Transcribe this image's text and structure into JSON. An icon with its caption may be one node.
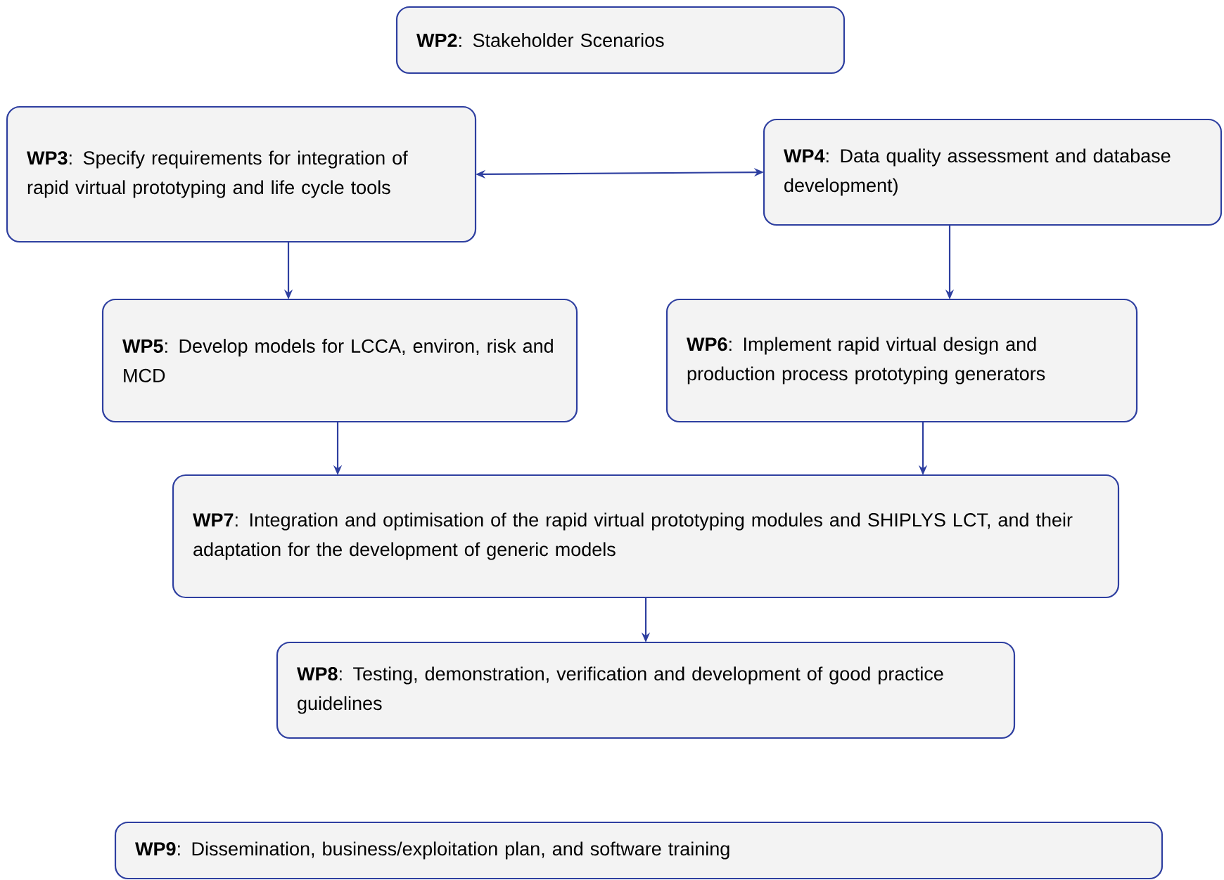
{
  "diagram": {
    "nodes": [
      {
        "text": [
          "**WP2**: Stakeholder Scenarios"
        ]
      },
      {
        "text": [
          "**WP3**: Specify requirements for integration of rapid virtual prototyping and life cycle tools"
        ]
      },
      {
        "text": [
          "**WP4**: Data quality assessment and database development)"
        ]
      },
      {
        "text": [
          "**WP5**: Develop models for LCCA, environ, risk and MCD"
        ]
      },
      {
        "text": [
          "**WP6**: Implement rapid virtual design and production process prototyping generators"
        ]
      },
      {
        "text": [
          "**WP7**: Integration and optimisation of the rapid virtual prototyping modules and SHIPLYS LCT, and their adaptation for the development of generic models"
        ]
      },
      {
        "text": [
          "**WP8**: Testing, demonstration, verification and development of good practice guidelines"
        ]
      },
      {
        "text": [
          "**WP9**: Dissemination, business/exploitation plan, and software training"
        ]
      }
    ],
    "edges": [
      {
        "from": 1,
        "to": 2,
        "arrow": "both"
      },
      {
        "from": 1,
        "to": 3,
        "arrow": "to"
      },
      {
        "from": 2,
        "to": 4,
        "arrow": "to"
      },
      {
        "from": 3,
        "to": 5,
        "arrow": "to"
      },
      {
        "from": 4,
        "to": 5,
        "arrow": "to"
      },
      {
        "from": 5,
        "to": 6,
        "arrow": "to"
      }
    ]
  }
}
